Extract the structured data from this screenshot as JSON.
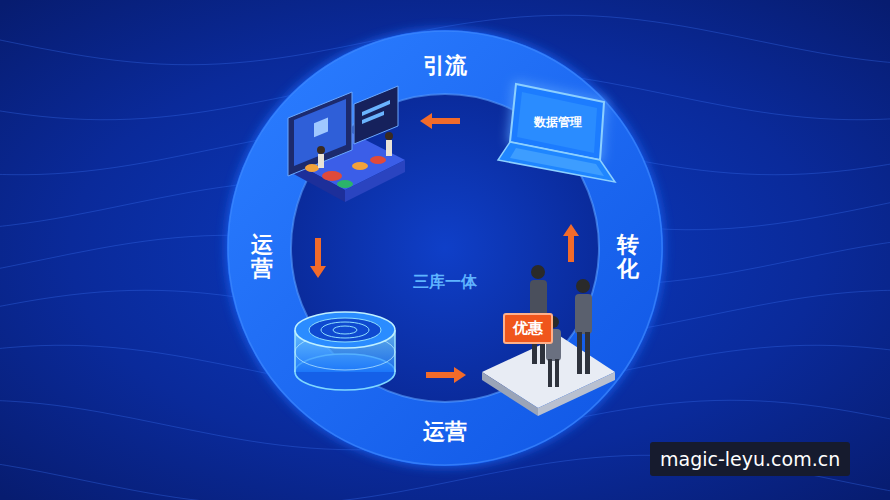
{
  "diagram": {
    "nodes": [
      {
        "text": [
          "数据管理"
        ]
      },
      {
        "text": [
          "优惠"
        ]
      }
    ],
    "labels": [
      "引流",
      "运营",
      "转化",
      "运营",
      "三库一体",
      "magic-leyu.com.cn"
    ]
  }
}
